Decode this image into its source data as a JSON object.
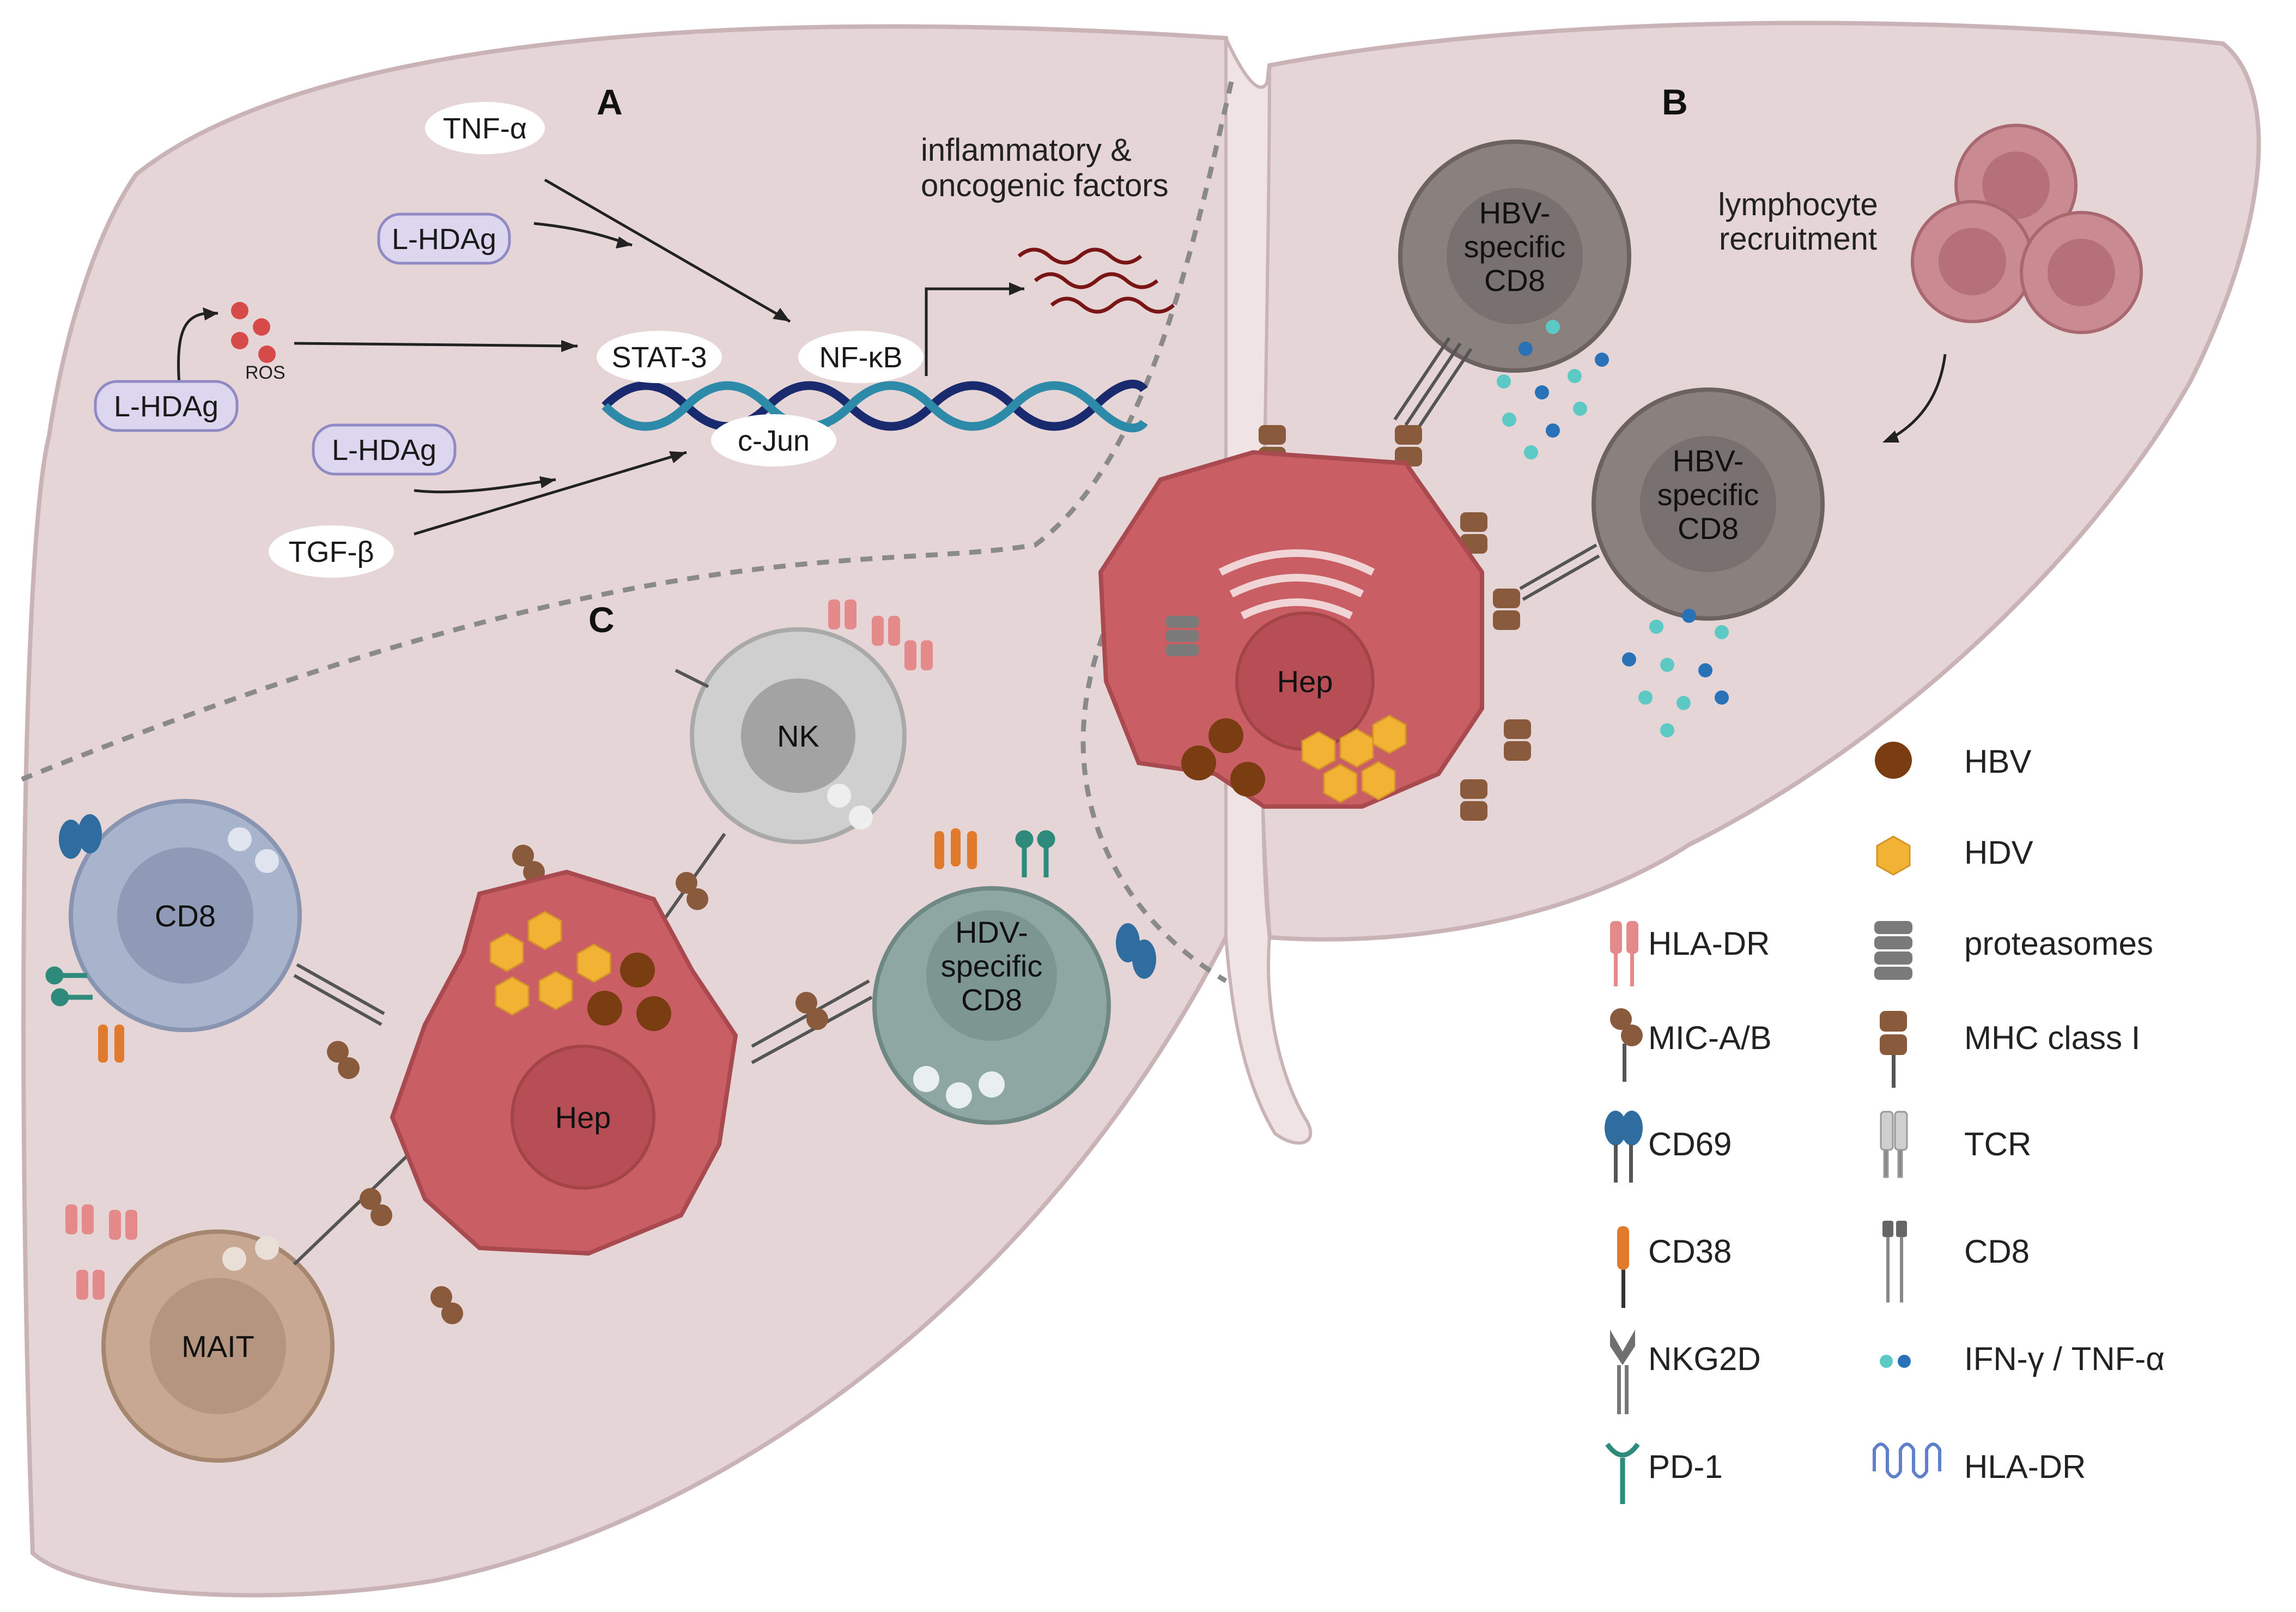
{
  "panels": {
    "a": "A",
    "b": "B",
    "c": "C"
  },
  "panel_a": {
    "tnf": "TNF-α",
    "lhdag_1": "L-HDAg",
    "lhdag_2": "L-HDAg",
    "lhdag_3": "L-HDAg",
    "ros": "ROS",
    "tgf": "TGF-β",
    "stat3": "STAT-3",
    "nfkb": "NF-κB",
    "cjun": "c-Jun",
    "factors_line1": "inflammatory &",
    "factors_line2": "oncogenic factors"
  },
  "panel_b": {
    "recruit_line1": "lymphocyte",
    "recruit_line2": "recruitment",
    "hbv_cd8_line1": "HBV-",
    "hbv_cd8_line2": "specific",
    "hbv_cd8_line3": "CD8",
    "hep": "Hep"
  },
  "panel_c": {
    "nk": "NK",
    "cd8": "CD8",
    "hep": "Hep",
    "hdv_cd8_line1": "HDV-",
    "hdv_cd8_line2": "specific",
    "hdv_cd8_line3": "CD8",
    "mait": "MAIT"
  },
  "legend": {
    "left": [
      "HLA-DR",
      "MIC-A/B",
      "CD69",
      "CD38",
      "NKG2D",
      "PD-1"
    ],
    "right": [
      "HBV",
      "HDV",
      "proteasomes",
      "MHC class I",
      "TCR",
      "CD8",
      "IFN-γ / TNF-α",
      "HLA-DR"
    ]
  },
  "colors": {
    "liver_fill": "#e6d5d7",
    "liver_stroke": "#c9b3b6",
    "hepatocyte": "#c95f64",
    "hbv": "#7a3d12",
    "hdv": "#f2b233",
    "cd8_cell": "#a8b3cc",
    "nk_cell": "#cfcfcf",
    "hbv_cd8_cell": "#8a807d",
    "hdv_cd8_cell": "#8fa7a2",
    "mait_cell": "#c9a893",
    "hla_dr": "#e58a8a",
    "cd69": "#2f6da0",
    "cd38": "#e07a2c",
    "pd1": "#2e8a7a",
    "ifn": "#5cc9c4",
    "tnf_dot": "#2a72b8"
  }
}
